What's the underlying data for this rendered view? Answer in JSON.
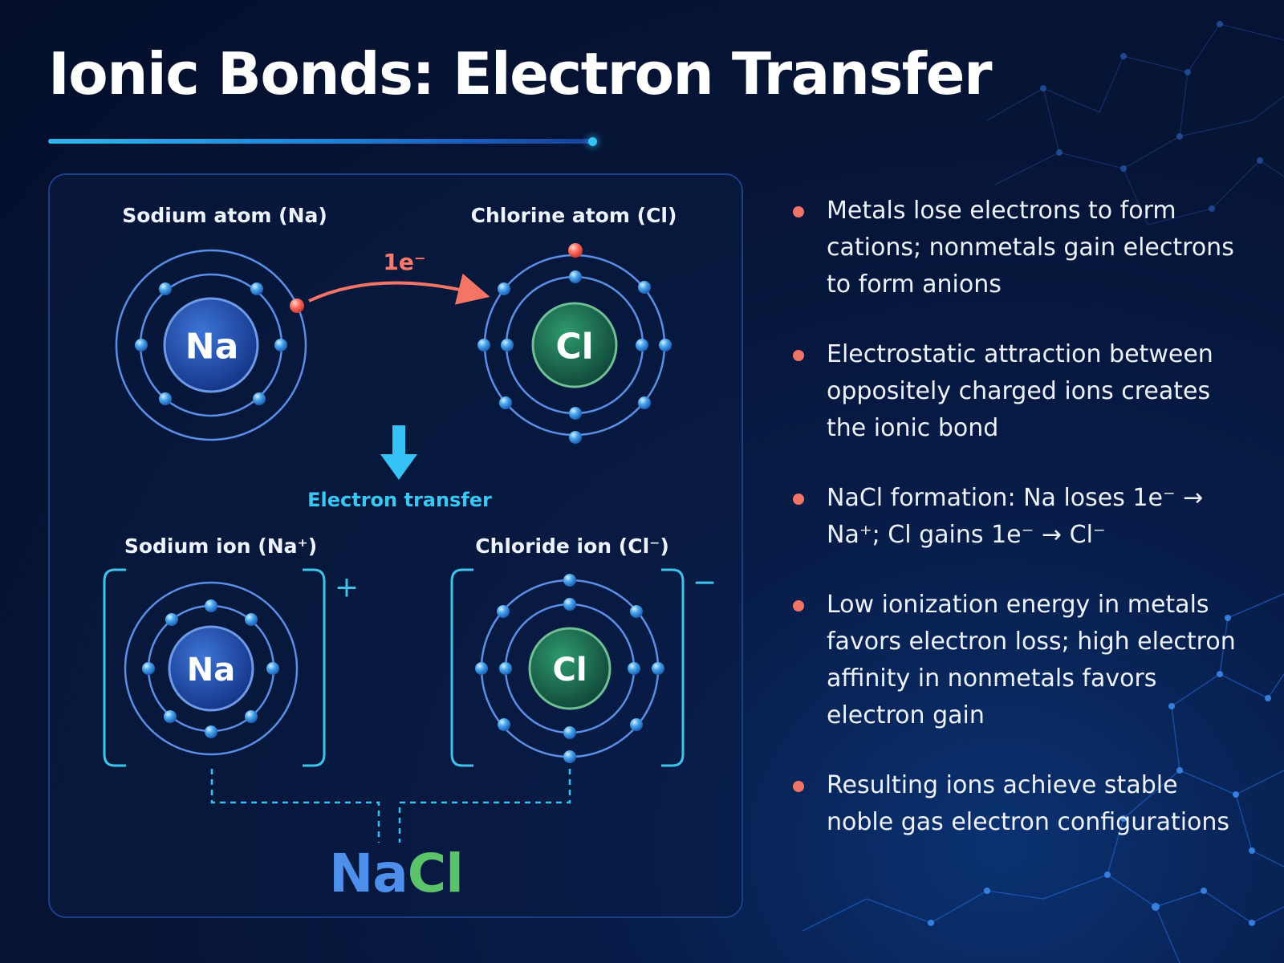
{
  "title": "Ionic Bonds: Electron Transfer",
  "colors": {
    "accent": "#35c2f5",
    "electron": "#4aa8ec",
    "transferred_electron": "#ff6d5e",
    "sodium": "#2555b4",
    "chlorine": "#1f7a55",
    "bullet": "#f07468"
  },
  "diagram": {
    "sodium_atom": {
      "label": "Sodium atom (Na)",
      "symbol": "Na"
    },
    "chlorine_atom": {
      "label": "Chlorine atom (Cl)",
      "symbol": "Cl"
    },
    "electron_label": "1e⁻",
    "transfer_label": "Electron transfer",
    "sodium_ion": {
      "label": "Sodium ion (Na⁺)",
      "symbol": "Na",
      "charge": "+"
    },
    "chloride_ion": {
      "label": "Chloride ion (Cl⁻)",
      "symbol": "Cl",
      "charge": "−"
    },
    "product": {
      "na": "Na",
      "cl": "Cl"
    }
  },
  "facts": [
    "Metals lose electrons to form cations; nonmetals gain electrons to form anions",
    "Electrostatic attraction between oppositely charged ions creates the ionic bond",
    "NaCl formation: Na loses 1e⁻ → Na⁺; Cl gains 1e⁻ → Cl⁻",
    "Low ionization energy in metals favors electron loss; high electron affinity in nonmetals favors electron gain",
    "Resulting ions achieve stable noble gas electron configurations"
  ]
}
